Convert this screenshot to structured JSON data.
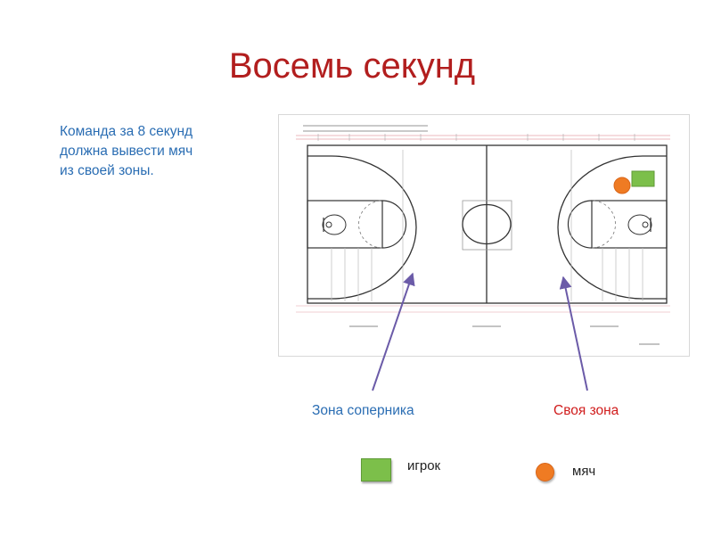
{
  "slide": {
    "title": "Восемь секунд",
    "description": [
      "Команда за 8 секунд",
      "должна вывести мяч",
      "из своей зоны."
    ]
  },
  "court": {
    "zone_opponent_label": "Зона соперника",
    "zone_own_label": "Своя зона"
  },
  "legend": {
    "player_label": "игрок",
    "ball_label": "мяч"
  },
  "colors": {
    "title": "#b21e1e",
    "description": "#2a6db3",
    "zone_opponent": "#2a6db3",
    "zone_own": "#d01c1c",
    "arrow": "#6b5ba8",
    "player": "#7cbf4a",
    "ball": "#ef7b23"
  }
}
